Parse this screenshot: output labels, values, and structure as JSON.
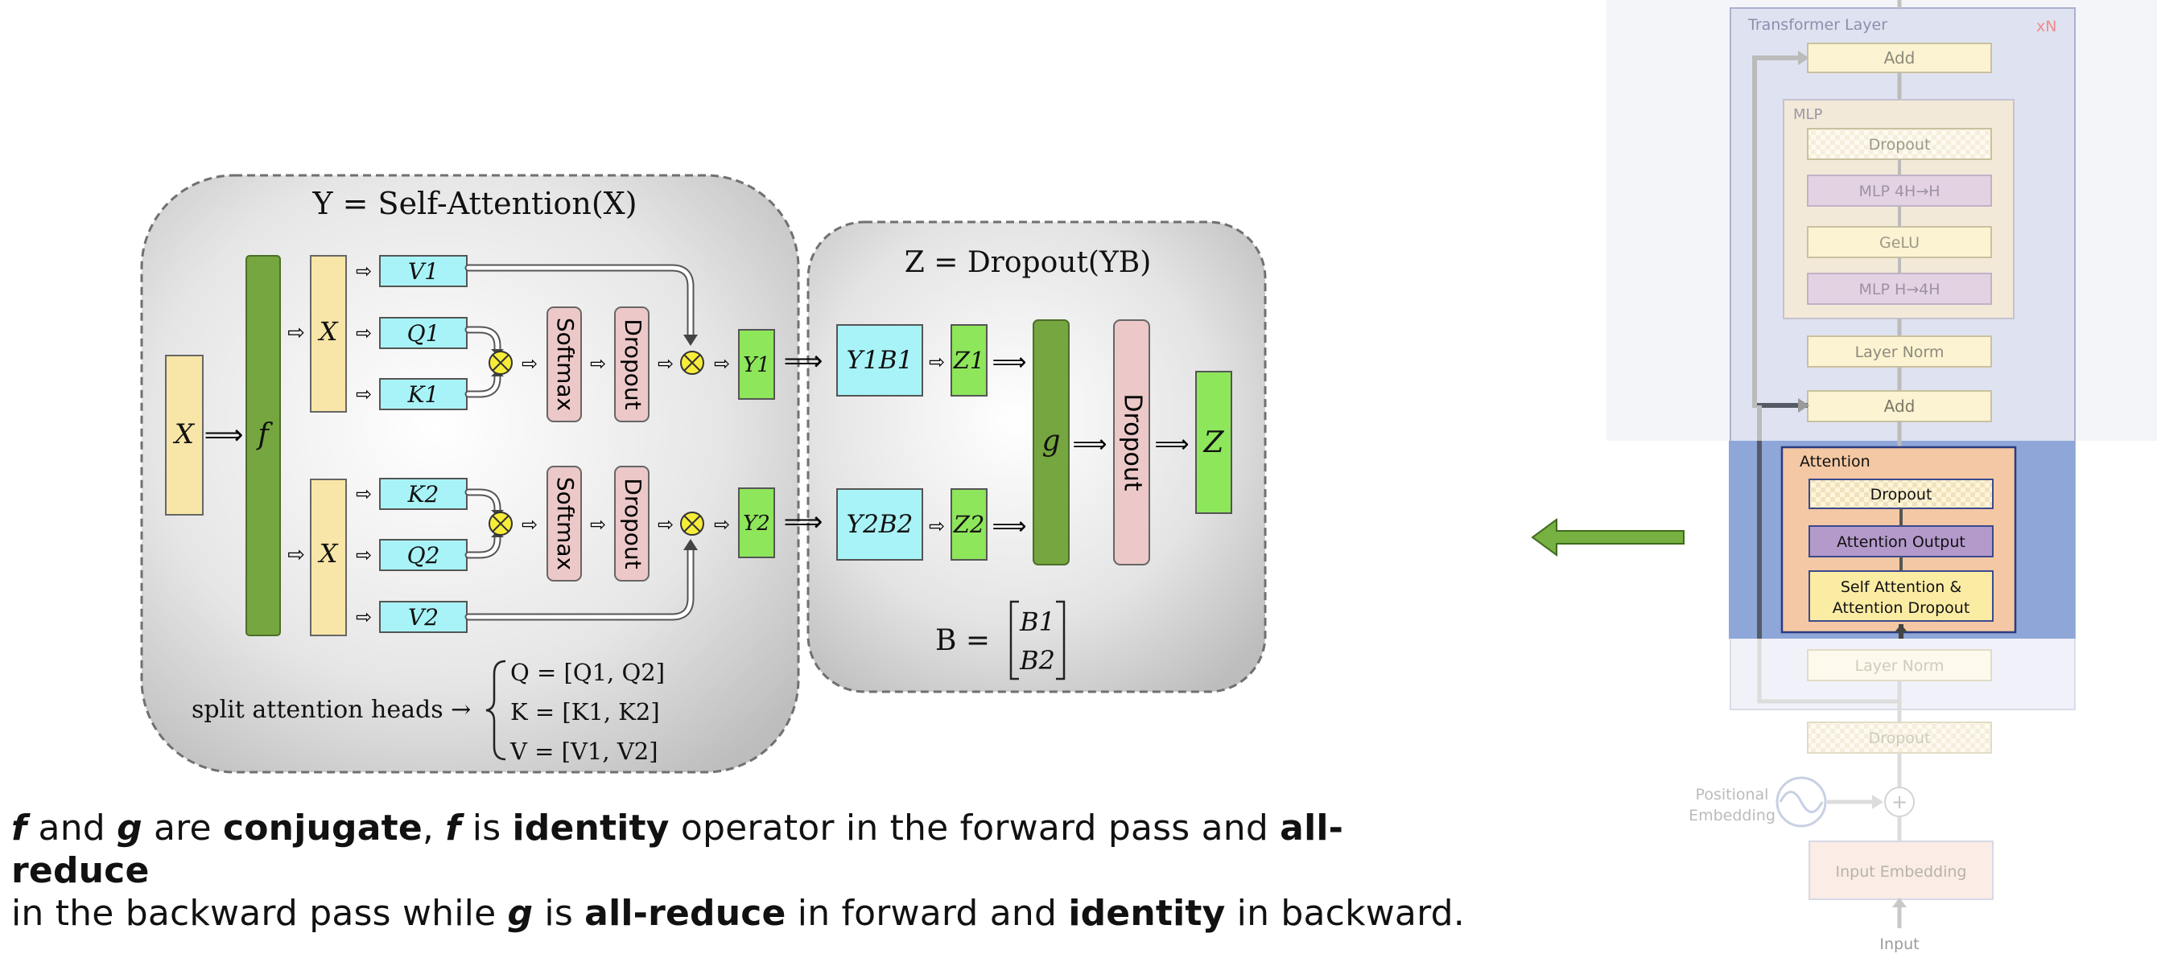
{
  "left_diagram": {
    "attention_panel": {
      "title": "Y = Self-Attention(X)",
      "f_label": "f",
      "x_input": "X",
      "head_input": "X",
      "head1": {
        "v": "V1",
        "q": "Q1",
        "k": "K1",
        "softmax": "Softmax",
        "dropout": "Dropout",
        "y": "Y1"
      },
      "head2": {
        "k": "K2",
        "q": "Q2",
        "v": "V2",
        "softmax": "Softmax",
        "dropout": "Dropout",
        "y": "Y2"
      },
      "split_label": "split attention heads →",
      "split_equations": [
        "Q = [Q1, Q2]",
        "K = [K1, K2]",
        "V = [V1, V2]"
      ]
    },
    "mlp_panel": {
      "title": "Z = Dropout(YB)",
      "row1": {
        "yb": "Y1B1",
        "z": "Z1"
      },
      "row2": {
        "yb": "Y2B2",
        "z": "Z2"
      },
      "g_label": "g",
      "dropout": "Dropout",
      "output": "Z",
      "b_equation_lhs": "B =",
      "b_matrix": [
        "B1",
        "B2"
      ]
    }
  },
  "caption": {
    "line1": [
      {
        "t": "f",
        "s": "bi"
      },
      {
        "t": " and ",
        "s": "n"
      },
      {
        "t": "g",
        "s": "bi"
      },
      {
        "t": " are ",
        "s": "n"
      },
      {
        "t": "conjugate",
        "s": "b"
      },
      {
        "t": ", ",
        "s": "n"
      },
      {
        "t": "f",
        "s": "bi"
      },
      {
        "t": " is ",
        "s": "n"
      },
      {
        "t": "identity",
        "s": "b"
      },
      {
        "t": " operator in the forward pass and ",
        "s": "n"
      },
      {
        "t": "all-reduce",
        "s": "b"
      }
    ],
    "line2": [
      {
        "t": "in the backward pass while ",
        "s": "n"
      },
      {
        "t": "g",
        "s": "bi"
      },
      {
        "t": " is ",
        "s": "n"
      },
      {
        "t": "all-reduce",
        "s": "b"
      },
      {
        "t": " in forward and ",
        "s": "n"
      },
      {
        "t": "identity",
        "s": "b"
      },
      {
        "t": " in backward.",
        "s": "n"
      }
    ]
  },
  "arrow": {
    "color": "#76b142",
    "icon": "left-arrow-icon"
  },
  "transformer_diagram": {
    "layer_title": "Transformer Layer",
    "repeat": "xN",
    "add_top": "Add",
    "mlp_title": "MLP",
    "mlp_dropout": "Dropout",
    "mlp_4h_h": "MLP 4H→H",
    "gelu": "GeLU",
    "mlp_h_4h": "MLP H→4H",
    "layer_norm_top": "Layer Norm",
    "add_mid": "Add",
    "attention_title": "Attention",
    "attn_dropout": "Dropout",
    "attn_output": "Attention Output",
    "self_attention_line1": "Self Attention &",
    "self_attention_line2": "Attention Dropout",
    "layer_norm_bottom": "Layer Norm",
    "emb_dropout": "Dropout",
    "positional_line1": "Positional",
    "positional_line2": "Embedding",
    "plus": "+",
    "input_embedding": "Input Embedding",
    "input": "Input"
  },
  "colors": {
    "green_dark": "#76a63f",
    "yellow": "#f8e6a8",
    "cyan": "#a8f3f7",
    "pink": "#ecc8c8",
    "bright_green": "#8ee65b",
    "attention_highlight": "#8fa6d8"
  }
}
